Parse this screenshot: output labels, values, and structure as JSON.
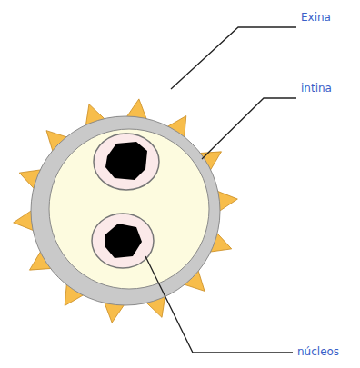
{
  "diagram": {
    "labels": [
      "Exina",
      "intina",
      "núcleos"
    ]
  }
}
